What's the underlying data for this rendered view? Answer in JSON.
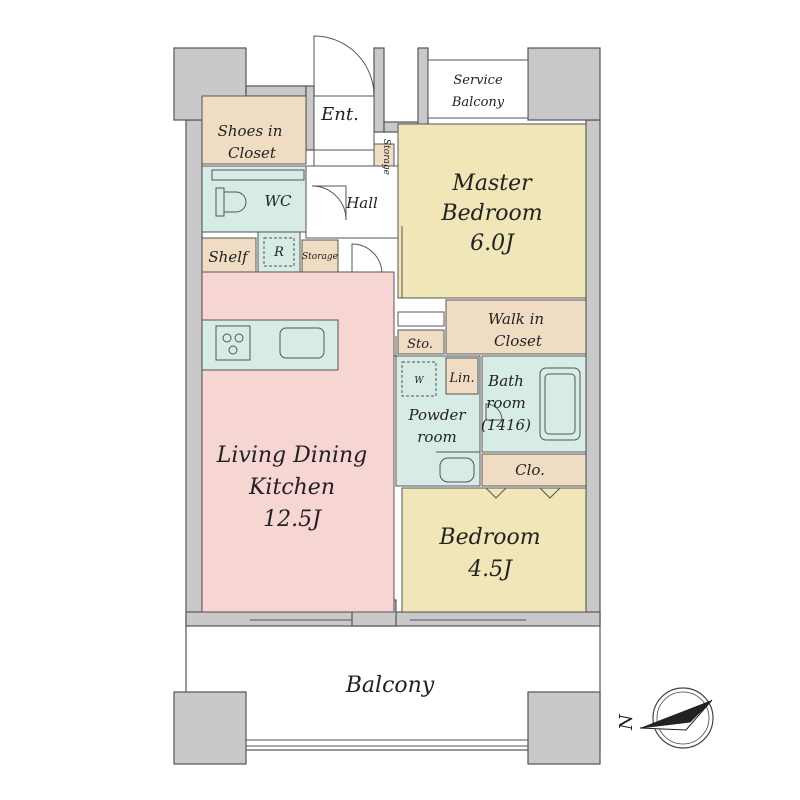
{
  "colors": {
    "ldk": "#f6d5d3",
    "master": "#f1e6b8",
    "bedroom": "#f1e6b8",
    "closet": "#efdcc2",
    "wet": "#d8ece6",
    "wall": "#c9c9c9",
    "outline": "#555555"
  },
  "rooms": {
    "service_balcony_l1": "Service",
    "service_balcony_l2": "Balcony",
    "entrance": "Ent.",
    "shoes_l1": "Shoes in",
    "shoes_l2": "Closet",
    "wc": "WC",
    "hall": "Hall",
    "shelf": "Shelf",
    "refrigerator": "R",
    "storage_small": "Storage",
    "storage_ent": "Storage",
    "master_l1": "Master",
    "master_l2": "Bedroom",
    "master_size": "6.0J",
    "walkin_l1": "Walk in",
    "walkin_l2": "Closet",
    "sto": "Sto.",
    "washer": "W",
    "linen": "Lin.",
    "bath_l1": "Bath",
    "bath_l2": "room",
    "bath_l3": "(1416)",
    "powder_l1": "Powder",
    "powder_l2": "room",
    "clo": "Clo.",
    "ldk_l1": "Living Dining",
    "ldk_l2": "Kitchen",
    "ldk_size": "12.5J",
    "bedroom_l1": "Bedroom",
    "bedroom_size": "4.5J",
    "balcony": "Balcony"
  },
  "compass": {
    "north_label": "N",
    "icon": "compass-rose-icon"
  }
}
